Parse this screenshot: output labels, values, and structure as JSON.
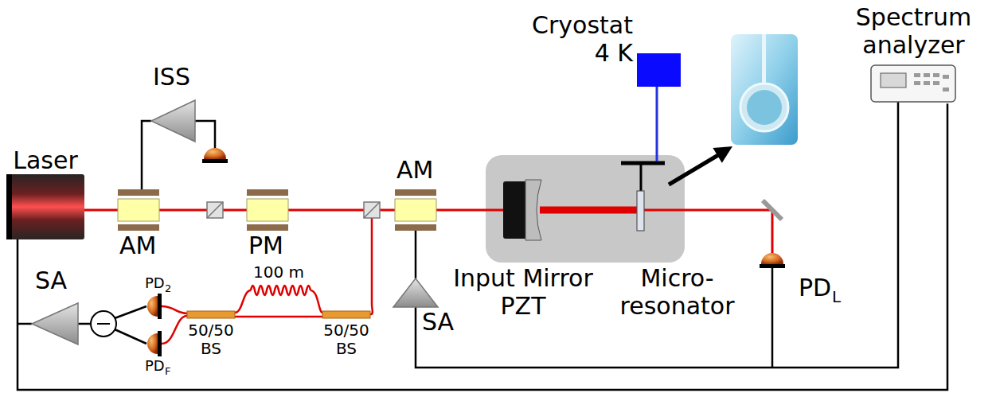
{
  "diagram": {
    "nodes": [
      {
        "text": [
          "Cryostat 4 K"
        ]
      },
      {
        "text": [
          "Spectrum analyzer"
        ]
      },
      {
        "text": [
          "Laser"
        ]
      }
    ],
    "edges": [
      {
        "from": 2,
        "to": 1,
        "arrow": "none"
      }
    ],
    "labels": [
      "ISS",
      "AM",
      "PM",
      "AM",
      "SA",
      "SA",
      "PD",
      "2",
      "PD",
      "F",
      "100 m",
      "50/50 BS",
      "50/50 BS",
      "Input Mirror PZT",
      "Micro- resonator",
      "PD",
      "L"
    ]
  }
}
